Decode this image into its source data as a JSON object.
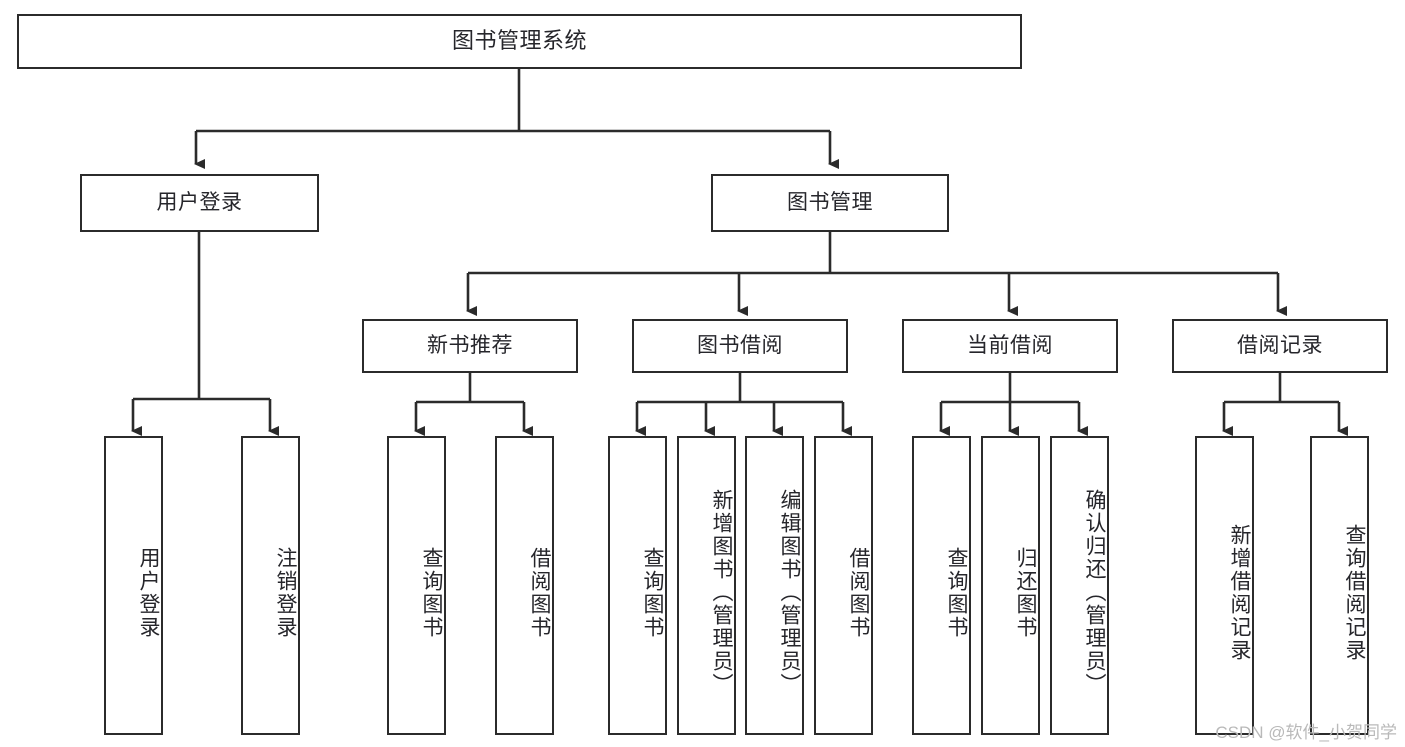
{
  "diagram": {
    "title": "图书管理系统",
    "type": "tree-hierarchy-diagram",
    "style": {
      "box_border_color": "#2b2b2b",
      "box_fill_color": "#ffffff",
      "line_color": "#2b2b2b",
      "text_color": "#26262b",
      "background_color": "#ffffff",
      "watermark_color": "#b9b9b9"
    },
    "root": {
      "label": "图书管理系统"
    },
    "level2": [
      {
        "key": "user_login",
        "label": "用户登录"
      },
      {
        "key": "book_manage",
        "label": "图书管理"
      }
    ],
    "level3": [
      {
        "key": "new_book_rec",
        "label": "新书推荐"
      },
      {
        "key": "book_borrow",
        "label": "图书借阅"
      },
      {
        "key": "current_borrow",
        "label": "当前借阅"
      },
      {
        "key": "borrow_record",
        "label": "借阅记录"
      }
    ],
    "leaves": {
      "user_login": [
        {
          "key": "leaf-user-login",
          "label": "用户登录"
        },
        {
          "key": "leaf-logout",
          "label": "注销登录"
        }
      ],
      "new_book_rec": [
        {
          "key": "leaf-query-book-1",
          "label": "查询图书"
        },
        {
          "key": "leaf-borrow-book-1",
          "label": "借阅图书"
        }
      ],
      "book_borrow": [
        {
          "key": "leaf-query-book-2",
          "label": "查询图书"
        },
        {
          "key": "leaf-add-book",
          "label": "新增图书（管理员）"
        },
        {
          "key": "leaf-edit-book",
          "label": "编辑图书（管理员）"
        },
        {
          "key": "leaf-borrow-book-2",
          "label": "借阅图书"
        }
      ],
      "current_borrow": [
        {
          "key": "leaf-query-book-3",
          "label": "查询图书"
        },
        {
          "key": "leaf-return-book",
          "label": "归还图书"
        },
        {
          "key": "leaf-confirm-return",
          "label": "确认归还（管理员）"
        }
      ],
      "borrow_record": [
        {
          "key": "leaf-add-record",
          "label": "新增借阅记录"
        },
        {
          "key": "leaf-query-record",
          "label": "查询借阅记录"
        }
      ]
    }
  },
  "watermark": {
    "text": "CSDN @软件_小贺同学"
  }
}
